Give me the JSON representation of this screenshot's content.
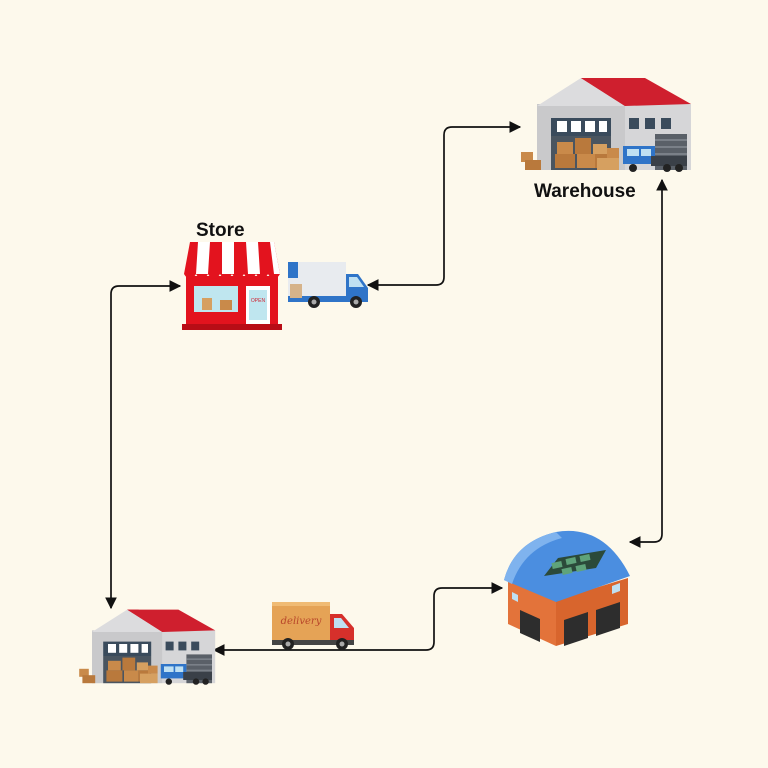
{
  "labels": {
    "store": "Store",
    "warehouse": "Warehouse"
  },
  "truck_text": "delivery",
  "store_sign": "OPEN",
  "nodes": [
    {
      "id": "store",
      "icon": "store-icon"
    },
    {
      "id": "warehouse",
      "icon": "warehouse-icon"
    },
    {
      "id": "factory",
      "icon": "factory-icon"
    },
    {
      "id": "distribution",
      "icon": "warehouse-icon"
    }
  ],
  "connectors": [
    {
      "from": "store",
      "to": "warehouse"
    },
    {
      "from": "warehouse",
      "to": "factory"
    },
    {
      "from": "factory",
      "to": "distribution"
    },
    {
      "from": "distribution",
      "to": "store"
    }
  ],
  "colors": {
    "background": "#fdf9ec",
    "roof_red": "#cf1f2e",
    "wall_gray": "#c9c9cb",
    "store_red": "#e3131e",
    "factory_brick": "#e3733a",
    "factory_roof": "#4b8ee0",
    "truck_blue": "#2f74c8",
    "delivery_red": "#d6302b",
    "cargo_tan": "#e5a356"
  }
}
